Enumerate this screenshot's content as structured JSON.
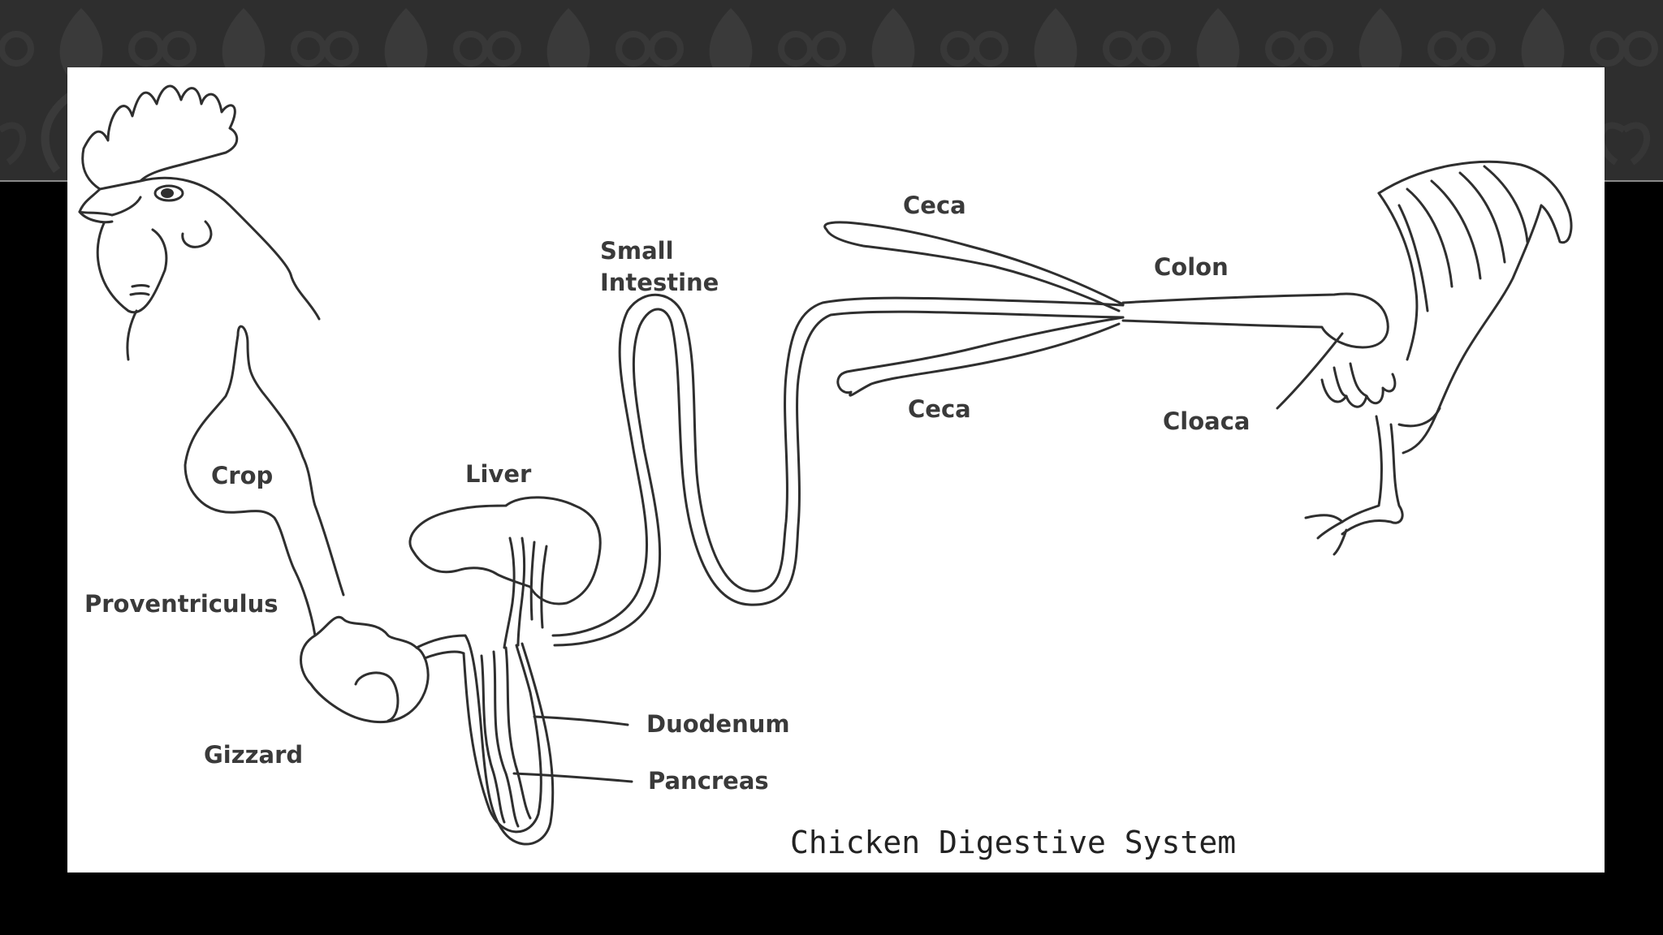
{
  "colors": {
    "slide_background": "#000000",
    "banner_background": "#2e2e2e",
    "banner_pattern": "#3c3c3c",
    "panel_background": "#ffffff",
    "line_art": "#2f2f2f"
  },
  "diagram": {
    "caption": "Chicken Digestive System",
    "labels": {
      "crop": "Crop",
      "proventriculus": "Proventriculus",
      "gizzard": "Gizzard",
      "liver": "Liver",
      "small_intestine_line1": "Small",
      "small_intestine_line2": "Intestine",
      "duodenum": "Duodenum",
      "pancreas": "Pancreas",
      "ceca_upper": "Ceca",
      "ceca_lower": "Ceca",
      "colon": "Colon",
      "cloaca": "Cloaca"
    }
  }
}
